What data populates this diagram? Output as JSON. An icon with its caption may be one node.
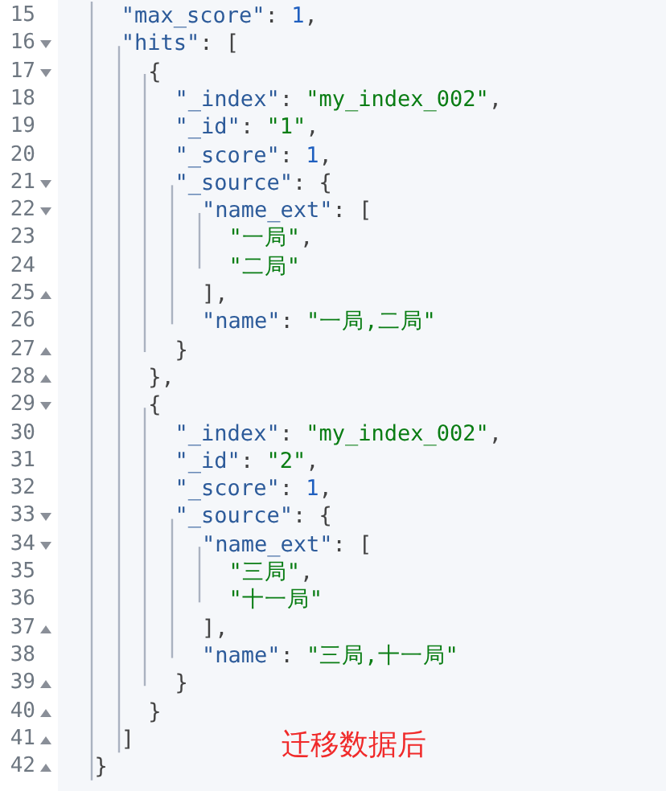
{
  "diagram": {
    "labels": [
      "15",
      "\"max_score\": 1,",
      "16",
      "\"hits\": [",
      "17",
      "{",
      "18",
      "\"_index\": \"my_index_002\",",
      "19",
      "\"_id\": \"1\",",
      "20",
      "\"_score\": 1,",
      "21",
      "\"_source\": {",
      "22",
      "\"name_ext\": [",
      "23",
      "\"一局\",",
      "24",
      "\"二局\"",
      "25",
      "],",
      "26",
      "\"name\": \"一局,二局\"",
      "27",
      "}",
      "28",
      "},",
      "29",
      "{",
      "30",
      "\"_index\": \"my_index_002\",",
      "31",
      "\"_id\": \"2\",",
      "32",
      "\"_score\": 1,",
      "33",
      "\"_source\": {",
      "34",
      "\"name_ext\": [",
      "35",
      "\"三局\",",
      "36",
      "\"十一局\"",
      "37",
      "],",
      "38",
      "\"name\": \"三局,十一局\"",
      "39",
      "}",
      "40",
      "}",
      "41",
      "]",
      "42",
      "}",
      "迁移数据后"
    ]
  }
}
